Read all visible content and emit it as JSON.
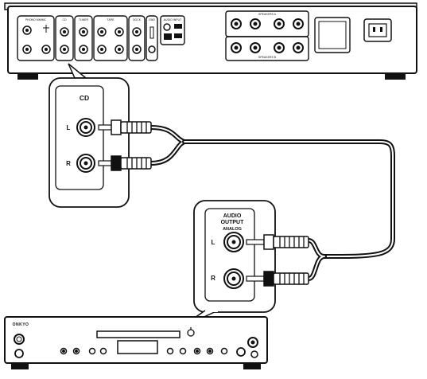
{
  "amplifier": {
    "inputs": {
      "phono": "PHONO MM/MC",
      "cd": "CD",
      "tuner": "TUNER",
      "tape": "TAPE",
      "dock": "DOCK",
      "gnd": "GND",
      "audio_input": "AUDIO INPUT"
    },
    "speakers": {
      "a": "SPEAKERS A",
      "b": "SPEAKERS B"
    }
  },
  "callout_cd": {
    "title": "CD",
    "left": "L",
    "right": "R"
  },
  "callout_player": {
    "title_line1": "AUDIO",
    "title_line2": "OUTPUT",
    "title_line3": "ANALOG",
    "left": "L",
    "right": "R"
  },
  "cd_player": {
    "brand": "ONKYO"
  }
}
